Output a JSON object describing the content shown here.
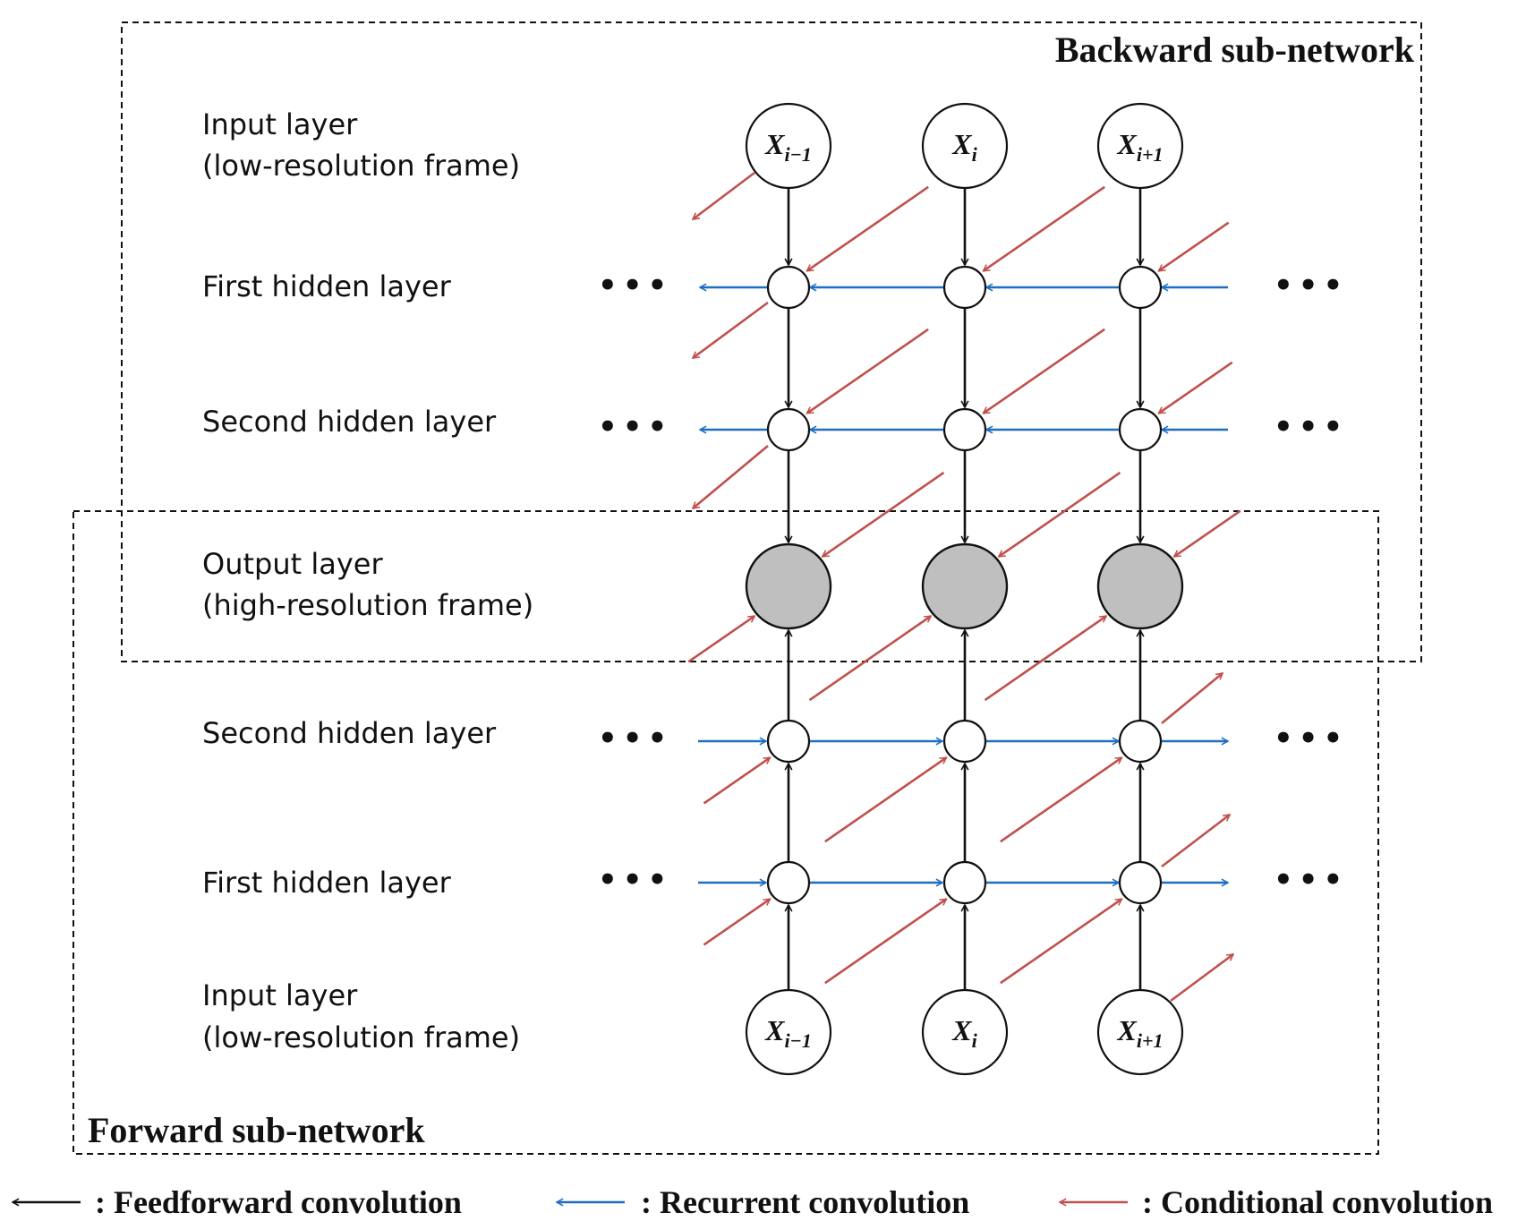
{
  "backward": {
    "title": "Backward sub-network",
    "layers": {
      "input": [
        "Input layer",
        "(low-resolution frame)"
      ],
      "hidden1": "First hidden layer",
      "hidden2": "Second hidden layer",
      "output": [
        "Output layer",
        "(high-resolution frame)"
      ]
    }
  },
  "forward": {
    "title": "Forward sub-network",
    "layers": {
      "hidden2": "Second hidden layer",
      "hidden1": "First hidden layer",
      "input": [
        "Input layer",
        "(low-resolution frame)"
      ]
    }
  },
  "nodes": {
    "prev": {
      "base": "X",
      "sub": "i−1"
    },
    "cur": {
      "base": "X",
      "sub": "i"
    },
    "next": {
      "base": "X",
      "sub": "i+1"
    }
  },
  "ellipsis": "•••",
  "legend": {
    "feedforward": ": Feedforward convolution",
    "recurrent": ": Recurrent convolution",
    "conditional": ": Conditional convolution"
  },
  "colors": {
    "feedforward": "#111111",
    "recurrent": "#1f6fc0",
    "conditional": "#c0504d",
    "output_node_fill": "#bfbfbf"
  }
}
